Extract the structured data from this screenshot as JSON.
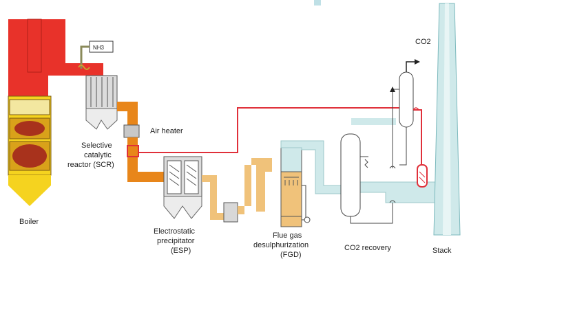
{
  "labels": {
    "boiler": "Boiler",
    "nh3": "NH3",
    "scr_line1": "Selective",
    "scr_line2": "catalytic",
    "scr_line3": "reactor (SCR)",
    "air_heater": "Air heater",
    "esp_line1": "Electrostatic",
    "esp_line2": "precipitator",
    "esp_line3": "(ESP)",
    "fgd_line1": "Flue gas",
    "fgd_line2": "desulphurization",
    "fgd_line3": "(FGD)",
    "co2_recovery": "CO2 recovery",
    "co2_out": "CO2",
    "stack": "Stack"
  },
  "colors": {
    "boiler_red": "#e8322a",
    "boiler_yellow": "#f5d31f",
    "duct_orange": "#e8861a",
    "duct_tan": "#f0c27a",
    "duct_light_blue": "#cfe9ea",
    "red_line": "#e0303a",
    "equipment_gray": "#d8d8d8"
  }
}
